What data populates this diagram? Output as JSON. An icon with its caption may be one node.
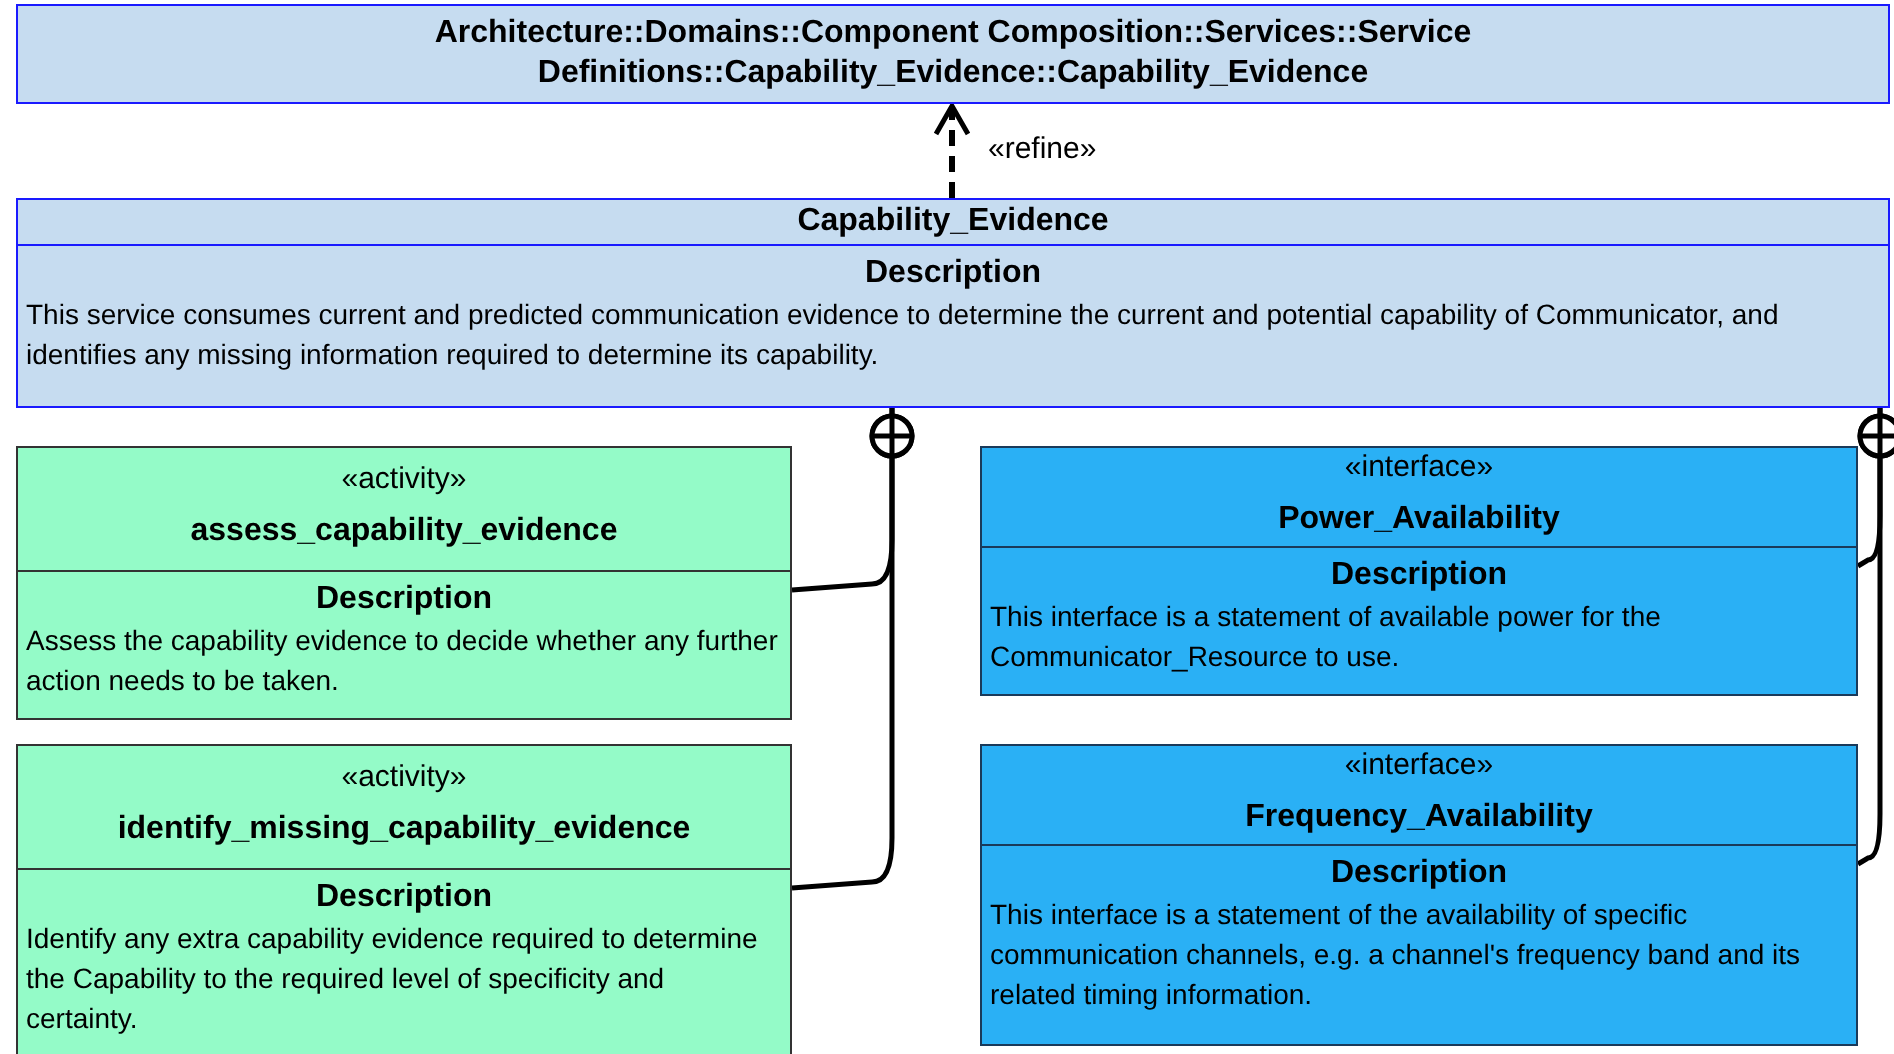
{
  "diagram": {
    "nodes": [
      {
        "text": [
          "Architecture::Domains::Component Composition::Services::Service Definitions::Capability_Evidence::Capability_Evidence"
        ]
      },
      {
        "text": [
          "Capability_Evidence",
          "Description",
          "This service consumes current and predicted communication evidence to determine the current and potential capability of Communicator, and identifies any missing information required to determine its capability."
        ]
      },
      {
        "text": [
          "«activity»",
          "assess_capability_evidence",
          "Description",
          "Assess the capability evidence to decide whether any further action needs to be taken."
        ]
      },
      {
        "text": [
          "«activity»",
          "identify_missing_capability_evidence",
          "Description",
          "Identify any extra capability evidence required to determine the Capability to the required level of specificity and certainty."
        ]
      },
      {
        "text": [
          "«interface»",
          "Power_Availability",
          "Description",
          "This interface is a statement of available power for the Communicator_Resource to use."
        ]
      },
      {
        "text": [
          "«interface»",
          "Frequency_Availability",
          "Description",
          "This interface is a statement of the availability of specific communication channels, e.g. a channel's frequency band and its related timing information."
        ]
      }
    ],
    "edges": [
      {
        "from": 1,
        "to": 0,
        "arrow": "to",
        "label": "«refine»",
        "style": "dashed"
      },
      {
        "from": 2,
        "to": 1,
        "arrow": "other"
      },
      {
        "from": 3,
        "to": 1,
        "arrow": "other"
      },
      {
        "from": 4,
        "to": 1,
        "arrow": "other"
      },
      {
        "from": 5,
        "to": 1,
        "arrow": "other"
      }
    ]
  }
}
